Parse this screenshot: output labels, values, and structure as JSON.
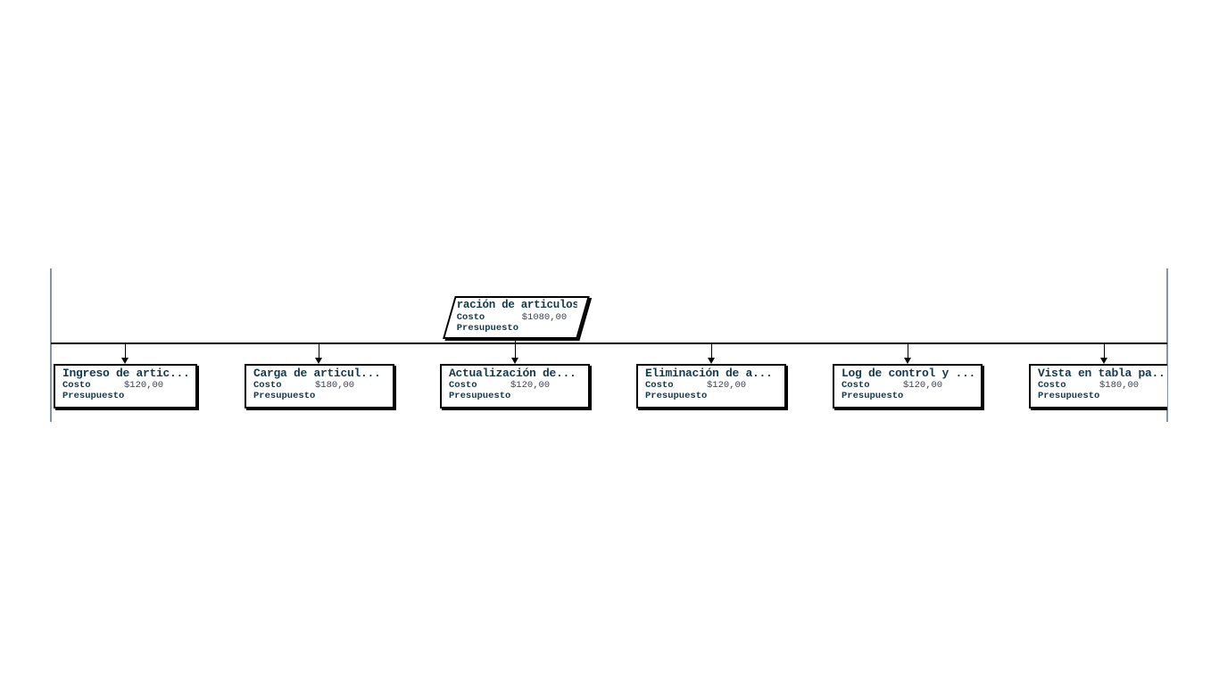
{
  "diagram": {
    "type": "wbs-org-chart",
    "parent": {
      "shape": "parallelogram",
      "title": "ración de articulos",
      "cost_label": "Costo",
      "cost_value": "$1080,00",
      "budget_label": "Presupuesto",
      "budget_value": ""
    },
    "children": [
      {
        "title": "Ingreso de artic...",
        "cost_label": "Costo",
        "cost_value": "$120,00",
        "budget_label": "Presupuesto",
        "budget_value": ""
      },
      {
        "title": "Carga de articul...",
        "cost_label": "Costo",
        "cost_value": "$180,00",
        "budget_label": "Presupuesto",
        "budget_value": ""
      },
      {
        "title": "Actualización de...",
        "cost_label": "Costo",
        "cost_value": "$120,00",
        "budget_label": "Presupuesto",
        "budget_value": ""
      },
      {
        "title": "Eliminación de a...",
        "cost_label": "Costo",
        "cost_value": "$120,00",
        "budget_label": "Presupuesto",
        "budget_value": ""
      },
      {
        "title": "Log de control y ...",
        "cost_label": "Costo",
        "cost_value": "$120,00",
        "budget_label": "Presupuesto",
        "budget_value": ""
      },
      {
        "title": "Vista en tabla pa...",
        "cost_label": "Costo",
        "cost_value": "$180,00",
        "budget_label": "Presupuesto",
        "budget_value": ""
      }
    ],
    "colors": {
      "node_title": "#113a4d",
      "node_label": "#113a4d",
      "node_value": "#3c4350",
      "connector": "#000000",
      "page_boundary": "#8493aa",
      "background": "#ffffff"
    }
  }
}
